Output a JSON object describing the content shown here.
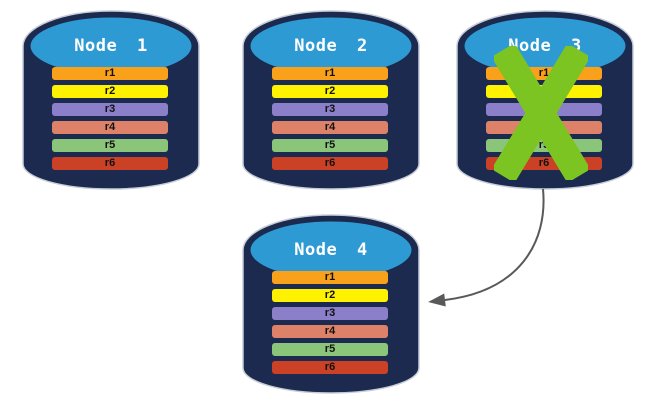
{
  "diagram": {
    "description": "Four database nodes each holding replicas r1-r6; Node 3 is crossed out (failed) and an arrow shows its data moving to Node 4",
    "nodes": [
      {
        "id": "node-1",
        "label": "Node 1",
        "failed": false
      },
      {
        "id": "node-2",
        "label": "Node 2",
        "failed": false
      },
      {
        "id": "node-3",
        "label": "Node 3",
        "failed": true
      },
      {
        "id": "node-4",
        "label": "Node 4",
        "failed": false
      }
    ],
    "replicas": [
      {
        "label": "r1",
        "color": "#F9A11B"
      },
      {
        "label": "r2",
        "color": "#FEF200"
      },
      {
        "label": "r3",
        "color": "#8A7FC8"
      },
      {
        "label": "r4",
        "color": "#DD8269"
      },
      {
        "label": "r5",
        "color": "#8BC57A"
      },
      {
        "label": "r6",
        "color": "#CB4125"
      }
    ],
    "colors": {
      "cylinder_body": "#1B2A4E",
      "cylinder_top": "#2E9AD3",
      "cylinder_outline": "#C7CDD8",
      "node_label_text": "#FFFFFF",
      "replica_label_text": "#111111",
      "failure_x": "#7CC421",
      "arrow": "#595959",
      "background": "#FFFFFF"
    }
  }
}
